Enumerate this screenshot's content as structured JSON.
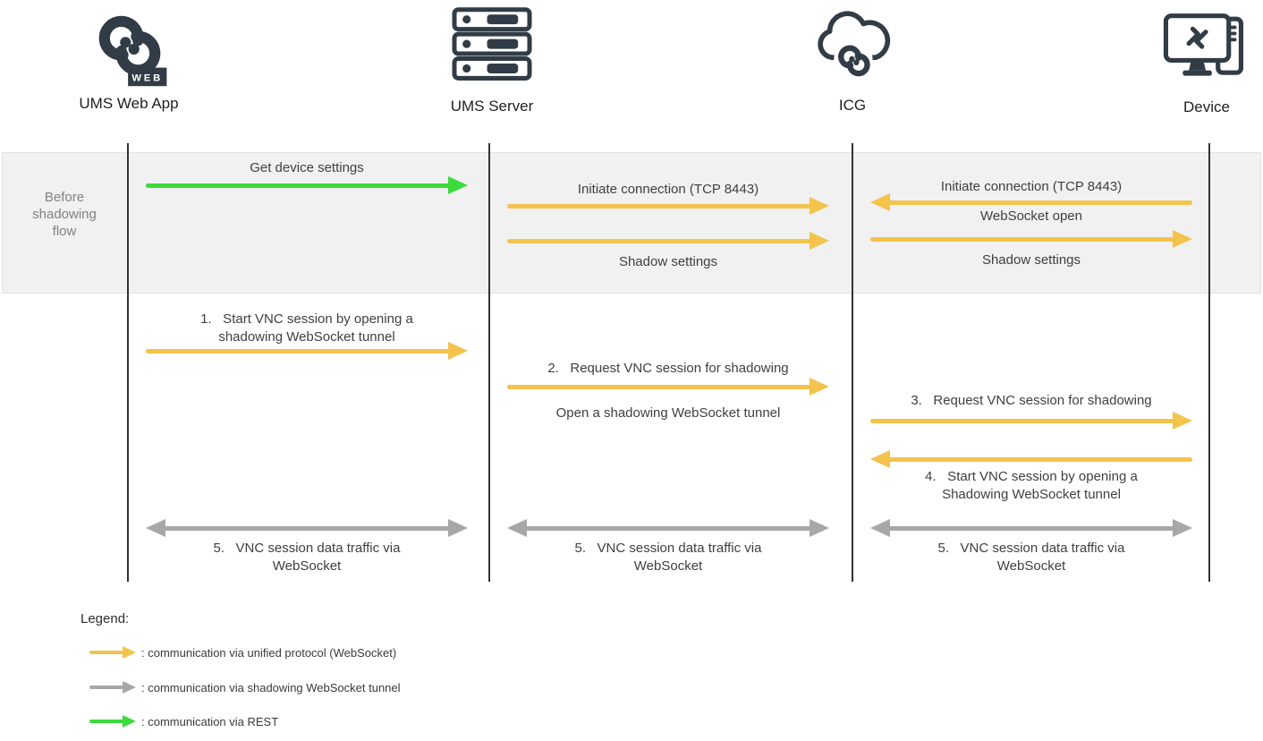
{
  "actors": [
    {
      "name": "UMS Web App",
      "icon": "igel-web-logo-icon"
    },
    {
      "name": "UMS Server",
      "icon": "server-rack-icon"
    },
    {
      "name": "ICG",
      "icon": "cloud-logo-icon"
    },
    {
      "name": "Device",
      "icon": "monitor-tower-icon"
    }
  ],
  "web_badge": "WEB",
  "phase_band": {
    "label": "Before shadowing flow"
  },
  "before_flow": {
    "get_device_settings": "Get device settings",
    "initiate_ums_icg": "Initiate connection (TCP 8443)",
    "shadow_settings_ums_icg": "Shadow settings",
    "initiate_device_icg": "Initiate connection (TCP 8443)",
    "websocket_open": "WebSocket open",
    "shadow_settings_icg_device": "Shadow settings"
  },
  "steps": {
    "step1_line1": "1.   Start VNC session by opening a",
    "step1_line2": "shadowing WebSocket tunnel",
    "step2": "2.   Request VNC session for shadowing",
    "step2_sub": "Open a shadowing WebSocket tunnel",
    "step3": "3.   Request VNC session for shadowing",
    "step4_line1": "4.   Start VNC session by opening a",
    "step4_line2": "Shadowing WebSocket tunnel",
    "step5_line1": "5.   VNC session data traffic via",
    "step5_line2": "WebSocket"
  },
  "legend": {
    "title": "Legend:",
    "items": [
      {
        "color": "#F3C34C",
        "label": ": communication via unified protocol (WebSocket)"
      },
      {
        "color": "#A7A7A7",
        "label": ": communication via shadowing WebSocket tunnel"
      },
      {
        "color": "#3BDB3B",
        "label": ": communication via REST"
      }
    ]
  },
  "colors": {
    "unified_protocol_arrow": "#F3C34C",
    "shadow_tunnel_arrow": "#A7A7A7",
    "rest_arrow": "#3BDB3B",
    "icon_dark": "#313C46",
    "band_background": "#F1F1F2"
  }
}
